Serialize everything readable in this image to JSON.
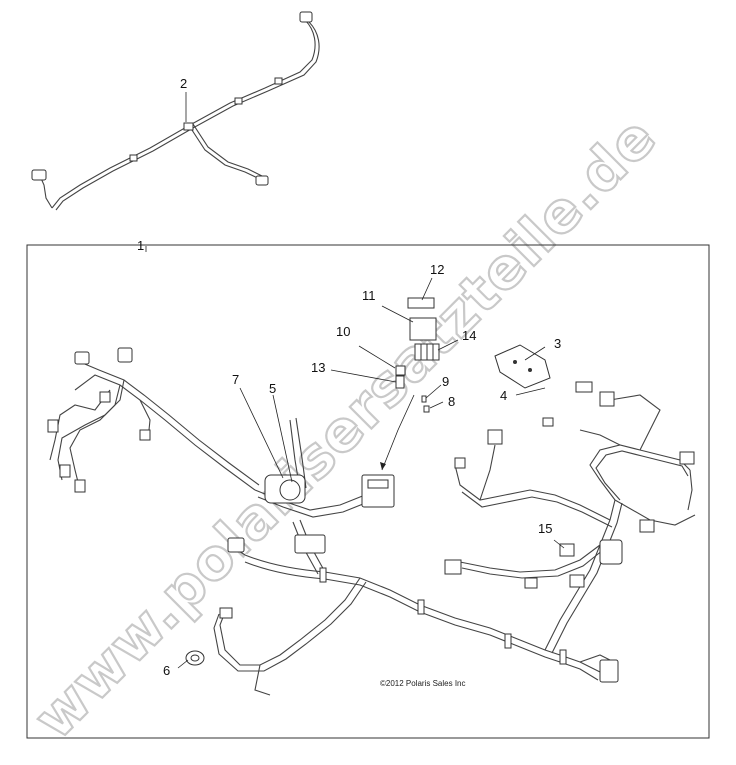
{
  "diagram": {
    "callouts": [
      {
        "id": "c1",
        "label": "1"
      },
      {
        "id": "c2",
        "label": "2"
      },
      {
        "id": "c3",
        "label": "3"
      },
      {
        "id": "c4",
        "label": "4"
      },
      {
        "id": "c5",
        "label": "5"
      },
      {
        "id": "c6",
        "label": "6"
      },
      {
        "id": "c7",
        "label": "7"
      },
      {
        "id": "c8",
        "label": "8"
      },
      {
        "id": "c9",
        "label": "9"
      },
      {
        "id": "c10",
        "label": "10"
      },
      {
        "id": "c11",
        "label": "11"
      },
      {
        "id": "c12",
        "label": "12"
      },
      {
        "id": "c13",
        "label": "13"
      },
      {
        "id": "c14",
        "label": "14"
      },
      {
        "id": "c15",
        "label": "15"
      }
    ],
    "copyright": "©2012 Polaris Sales Inc",
    "watermark": "www.polarisersatzteile.de"
  }
}
